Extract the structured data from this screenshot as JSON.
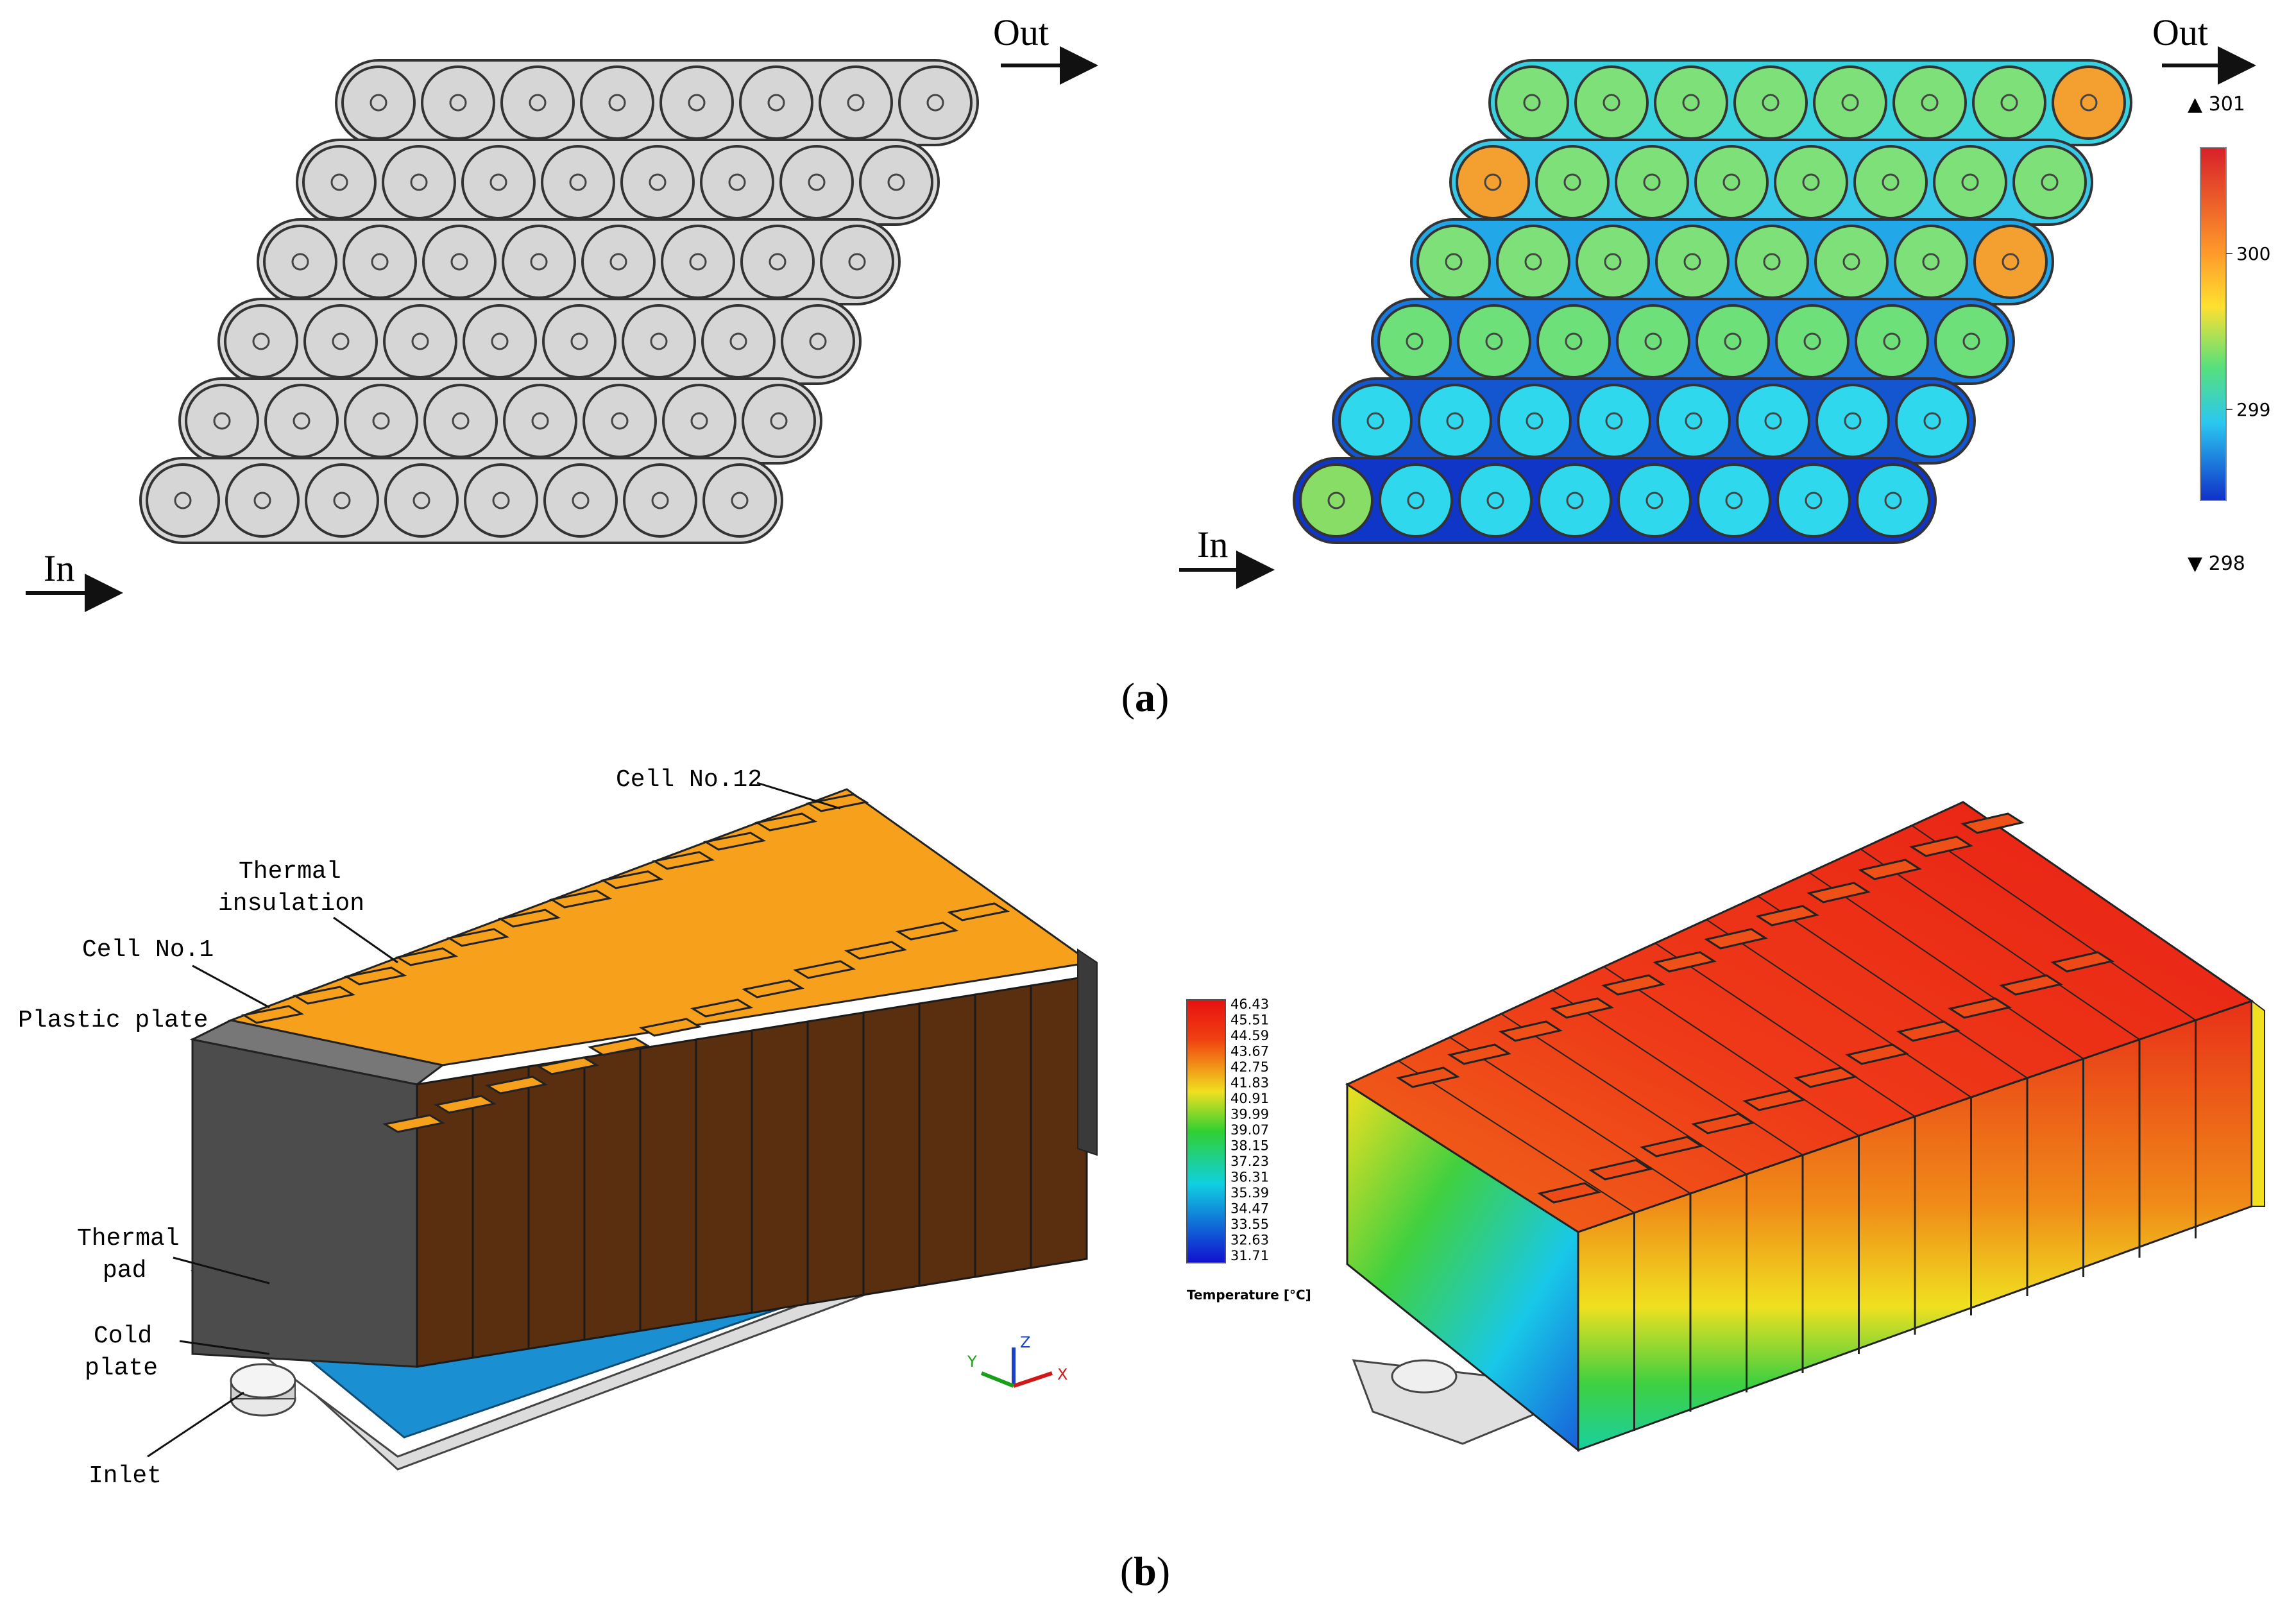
{
  "panel_a": {
    "caption_open": "(",
    "caption_letter": "a",
    "caption_close": ")",
    "left": {
      "in_label": "In",
      "out_label": "Out"
    },
    "right": {
      "in_label": "In",
      "out_label": "Out"
    },
    "colorbar": {
      "max_label": "▲ 301",
      "min_label": "▼ 298",
      "ticks": [
        "300",
        "299"
      ],
      "colors": [
        "#d8202a",
        "#ffd330",
        "#2bd7e6",
        "#1030c8"
      ]
    },
    "rows": [
      8,
      8,
      8,
      8,
      8,
      8
    ]
  },
  "panel_b": {
    "caption_open": "(",
    "caption_letter": "b",
    "caption_close": ")",
    "labels": {
      "cell_12": "Cell No.12",
      "thermal_insulation_1": "Thermal",
      "thermal_insulation_2": "insulation",
      "cell_1": "Cell No.1",
      "plastic_plate": "Plastic plate",
      "thermal_pad_1": "Thermal",
      "thermal_pad_2": "pad",
      "cold_plate_1": "Cold",
      "cold_plate_2": "plate",
      "inlet": "Inlet"
    },
    "axes": {
      "x": "X",
      "y": "Y",
      "z": "Z"
    },
    "legend": {
      "values": [
        "46.43",
        "45.51",
        "44.59",
        "43.67",
        "42.75",
        "41.83",
        "40.91",
        "39.99",
        "39.07",
        "38.15",
        "37.23",
        "36.31",
        "35.39",
        "34.47",
        "33.55",
        "32.63",
        "31.71"
      ],
      "title": "Temperature [°C]"
    },
    "cell_count": 12,
    "colors": {
      "cell_top": "#f7a01c",
      "cell_side": "#5a2f10",
      "plastic": "#4c4c4c",
      "pad": "#1a8fd2",
      "hot": "#e8281c"
    }
  }
}
